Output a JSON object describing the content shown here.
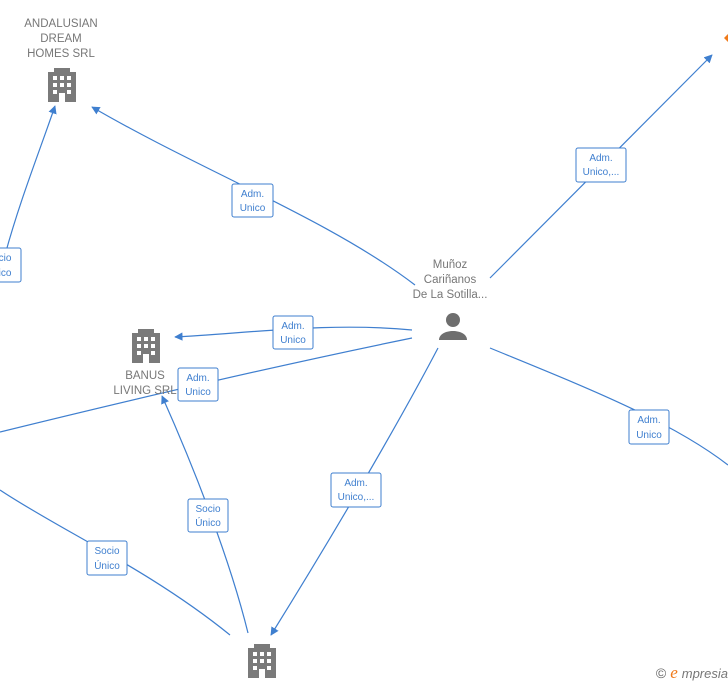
{
  "nodes": {
    "andalusian": {
      "label_lines": [
        "ANDALUSIAN",
        "DREAM",
        "HOMES SRL"
      ],
      "icon": "building-icon"
    },
    "banus": {
      "label_lines": [
        "BANUS",
        "LIVING SRL"
      ],
      "icon": "building-icon"
    },
    "bottom_company": {
      "label_lines": [],
      "icon": "building-icon"
    },
    "person": {
      "label_lines": [
        "Muñoz",
        "Cariñanos",
        "De La Sotilla..."
      ],
      "icon": "person-icon"
    }
  },
  "edge_labels": {
    "to_andalusian": [
      "Adm.",
      "Unico"
    ],
    "to_top_right": [
      "Adm.",
      "Unico,..."
    ],
    "to_banus": [
      "Adm.",
      "Unico"
    ],
    "to_left": [
      "Adm.",
      "Unico"
    ],
    "to_right": [
      "Adm.",
      "Unico"
    ],
    "to_bottom": [
      "Adm.",
      "Unico,..."
    ],
    "bottom_to_banus": [
      "Socio",
      "Único"
    ],
    "bottom_to_left": [
      "Socio",
      "Único"
    ],
    "left_to_andalusian": [
      "cio",
      "ico"
    ]
  },
  "brand": {
    "copyright": "©",
    "e_letter": "e",
    "name": "mpresia"
  },
  "colors": {
    "edge": "#3f7fcf",
    "icon": "#7a7a7a",
    "brand_accent": "#f07a1a"
  }
}
